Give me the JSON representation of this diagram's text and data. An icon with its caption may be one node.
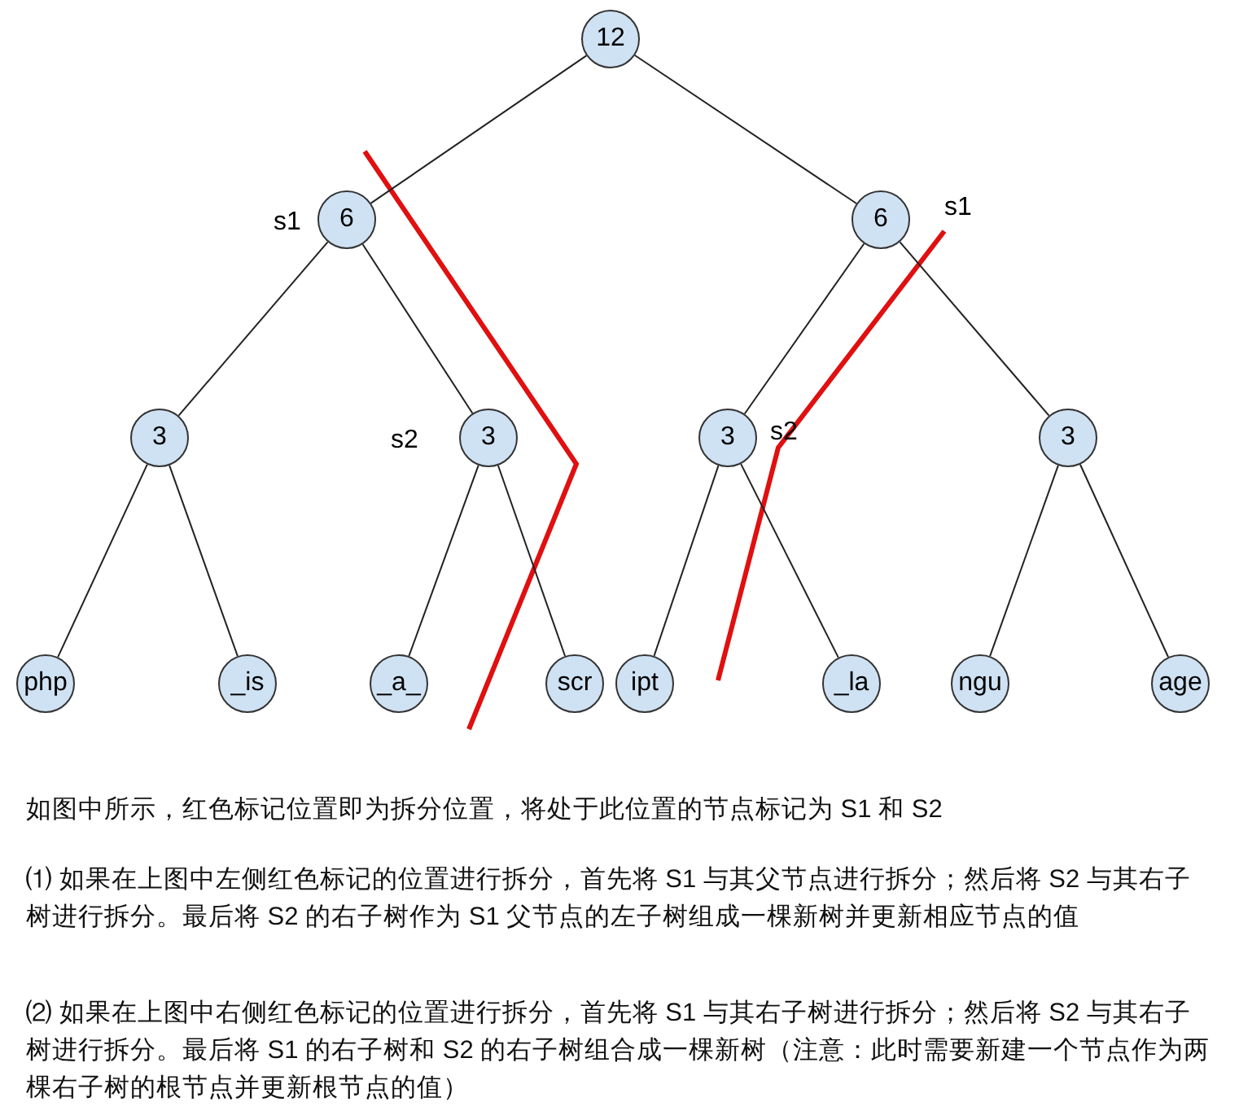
{
  "diagram": {
    "nodes": [
      {
        "text": [
          "12"
        ]
      },
      {
        "text": [
          "6"
        ],
        "beside": [
          "s1"
        ]
      },
      {
        "text": [
          "6"
        ],
        "beside": [
          "s1"
        ]
      },
      {
        "text": [
          "3"
        ]
      },
      {
        "text": [
          "3"
        ],
        "beside": [
          "s2"
        ]
      },
      {
        "text": [
          "3"
        ],
        "beside": [
          "s2"
        ]
      },
      {
        "text": [
          "3"
        ]
      },
      {
        "text": [
          "php"
        ]
      },
      {
        "text": [
          "_is"
        ]
      },
      {
        "text": [
          "_a_"
        ]
      },
      {
        "text": [
          "scr"
        ]
      },
      {
        "text": [
          "ipt"
        ]
      },
      {
        "text": [
          "_la"
        ]
      },
      {
        "text": [
          "ngu"
        ]
      },
      {
        "text": [
          "age"
        ]
      }
    ],
    "edges": [
      {
        "from": 0,
        "to": 1,
        "arrow": "none"
      },
      {
        "from": 0,
        "to": 2,
        "arrow": "none"
      },
      {
        "from": 1,
        "to": 3,
        "arrow": "none"
      },
      {
        "from": 1,
        "to": 4,
        "arrow": "none"
      },
      {
        "from": 2,
        "to": 5,
        "arrow": "none"
      },
      {
        "from": 2,
        "to": 6,
        "arrow": "none"
      },
      {
        "from": 3,
        "to": 7,
        "arrow": "none"
      },
      {
        "from": 3,
        "to": 8,
        "arrow": "none"
      },
      {
        "from": 4,
        "to": 9,
        "arrow": "none"
      },
      {
        "from": 4,
        "to": 10,
        "arrow": "none"
      },
      {
        "from": 5,
        "to": 11,
        "arrow": "none"
      },
      {
        "from": 5,
        "to": 12,
        "arrow": "none"
      },
      {
        "from": 6,
        "to": 13,
        "arrow": "none"
      },
      {
        "from": 6,
        "to": 14,
        "arrow": "none"
      }
    ],
    "labels": [
      "如图中所示，红色标记位置即为拆分位置，将处于此位置的节点标记为 S1 和 S2",
      "⑴ 如果在上图中左侧红色标记的位置进行拆分，首先将 S1 与其父节点进行拆分；然后将 S2 与其右子树进行拆分。最后将 S2 的右子树作为 S1 父节点的左子树组成一棵新树并更新相应节点的值",
      "⑵ 如果在上图中右侧红色标记的位置进行拆分，首先将 S1 与其右子树进行拆分；然后将 S2 与其右子树进行拆分。最后将 S1 的右子树和 S2 的右子树组合成一棵新树（注意：此时需要新建一个节点作为两棵右子树的根节点并更新根节点的值）"
    ]
  }
}
